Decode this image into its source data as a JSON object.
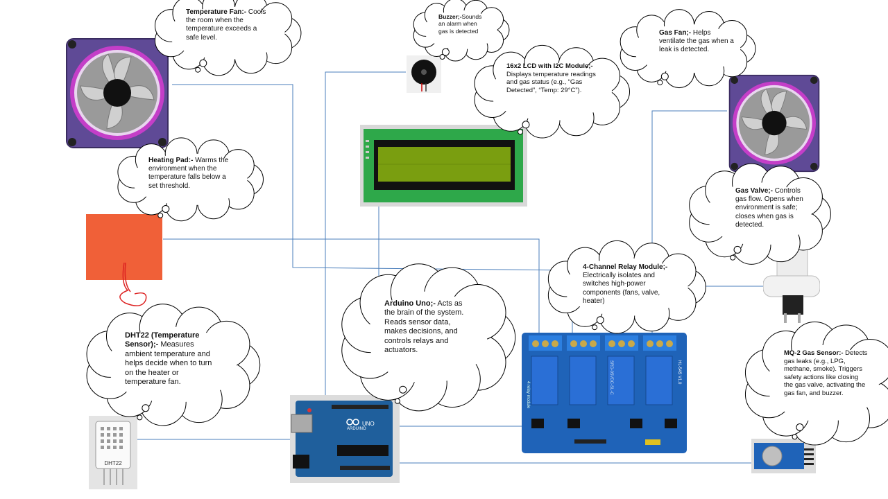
{
  "callouts": {
    "temp_fan": {
      "title": "Temperature Fan:-",
      "body": " Cools the room when the temperature exceeds a safe level."
    },
    "buzzer": {
      "title": "Buzzer;-",
      "body": "Sounds an alarm when gas is detected"
    },
    "lcd": {
      "title": "16x2 LCD with I2C Module;-",
      "body": " Displays temperature readings and gas status (e.g., “Gas Detected”, “Temp: 29°C”)."
    },
    "gas_fan": {
      "title": "Gas Fan;-",
      "body": " Helps ventilate the gas when a leak is detected."
    },
    "heating_pad": {
      "title": "Heating Pad:-",
      "body": " Warms the environment when the temperature falls below a set threshold."
    },
    "gas_valve": {
      "title": "Gas Valve;-",
      "body": " Controls gas flow. Opens when environment is safe; closes when gas is detected."
    },
    "relay": {
      "title": "4-Channel Relay Module;-",
      "body": " Electrically isolates and switches high-power components (fans, valve, heater)"
    },
    "arduino": {
      "title": "Arduino Uno;-",
      "body": " Acts as the brain of the system. Reads sensor data, makes decisions, and controls relays and actuators."
    },
    "dht22": {
      "title": "DHT22 (Temperature Sensor);-",
      "body": " Measures ambient temperature and helps decide when to turn on the heater or temperature fan."
    },
    "mq2": {
      "title": "MQ-2 Gas Sensor:-",
      "body": " Detects gas leaks (e.g., LPG, methane, smoke). Triggers safety actions like closing the gas valve, activating the gas fan, and buzzer."
    }
  },
  "labels": {
    "dht22_chip": "DHT22",
    "arduino_brand": "ARDUINO",
    "arduino_model": "UNO",
    "relay_module": "4 relay module",
    "relay_model": "SRD-05VDC-SL-C",
    "relay_board": "HL-54S V1.0"
  },
  "colors": {
    "wire": "#4a7ebb",
    "cloud_stroke": "#000000",
    "fan_frame": "#6a4fa0",
    "fan_ring": "#c43ec8",
    "lcd_pcb": "#2ea84a",
    "lcd_screen": "#7a9e10",
    "heating_pad": "#f06038",
    "arduino_pcb": "#1f5f9c",
    "relay_pcb": "#1f63b8",
    "relay_block": "#2a6fd6"
  }
}
